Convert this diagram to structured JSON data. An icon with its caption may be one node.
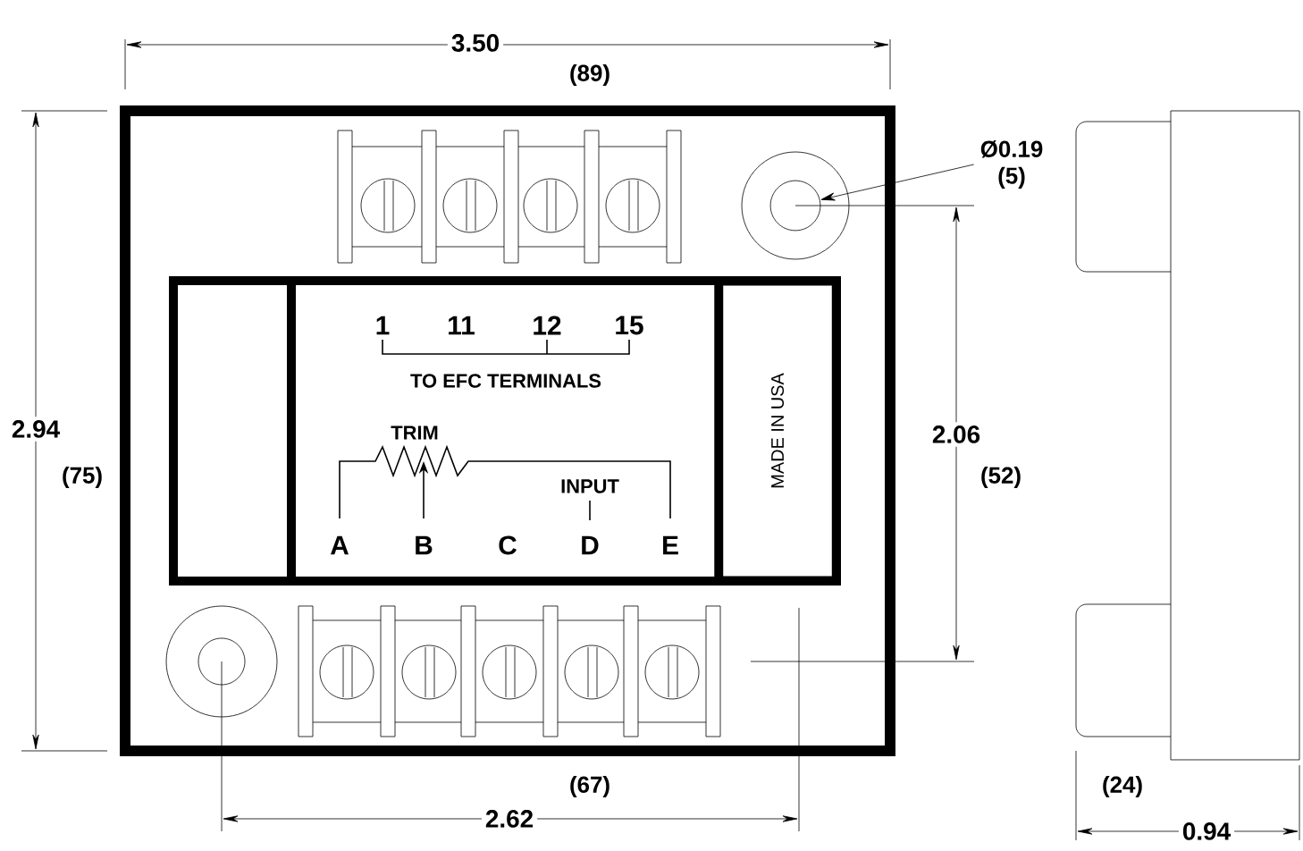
{
  "diagram": {
    "nodes": [
      {
        "text": [
          "Ø0.19",
          "(5)"
        ]
      },
      {
        "text": [],
        "shape": "circle"
      },
      {
        "text": [
          "MADE IN USA"
        ]
      }
    ],
    "edges": [
      {
        "from": 0,
        "to": 1,
        "arrow": "to"
      }
    ],
    "labels": [
      "3.50",
      "(89)",
      "2.94",
      "(75)",
      "1",
      "11",
      "12",
      "15",
      "TO EFC TERMINALS",
      "TRIM",
      "INPUT",
      "A",
      "B",
      "C",
      "D",
      "E",
      "2.06",
      "(52)",
      "2.62",
      "(67)",
      "(24)",
      "0.94"
    ]
  }
}
